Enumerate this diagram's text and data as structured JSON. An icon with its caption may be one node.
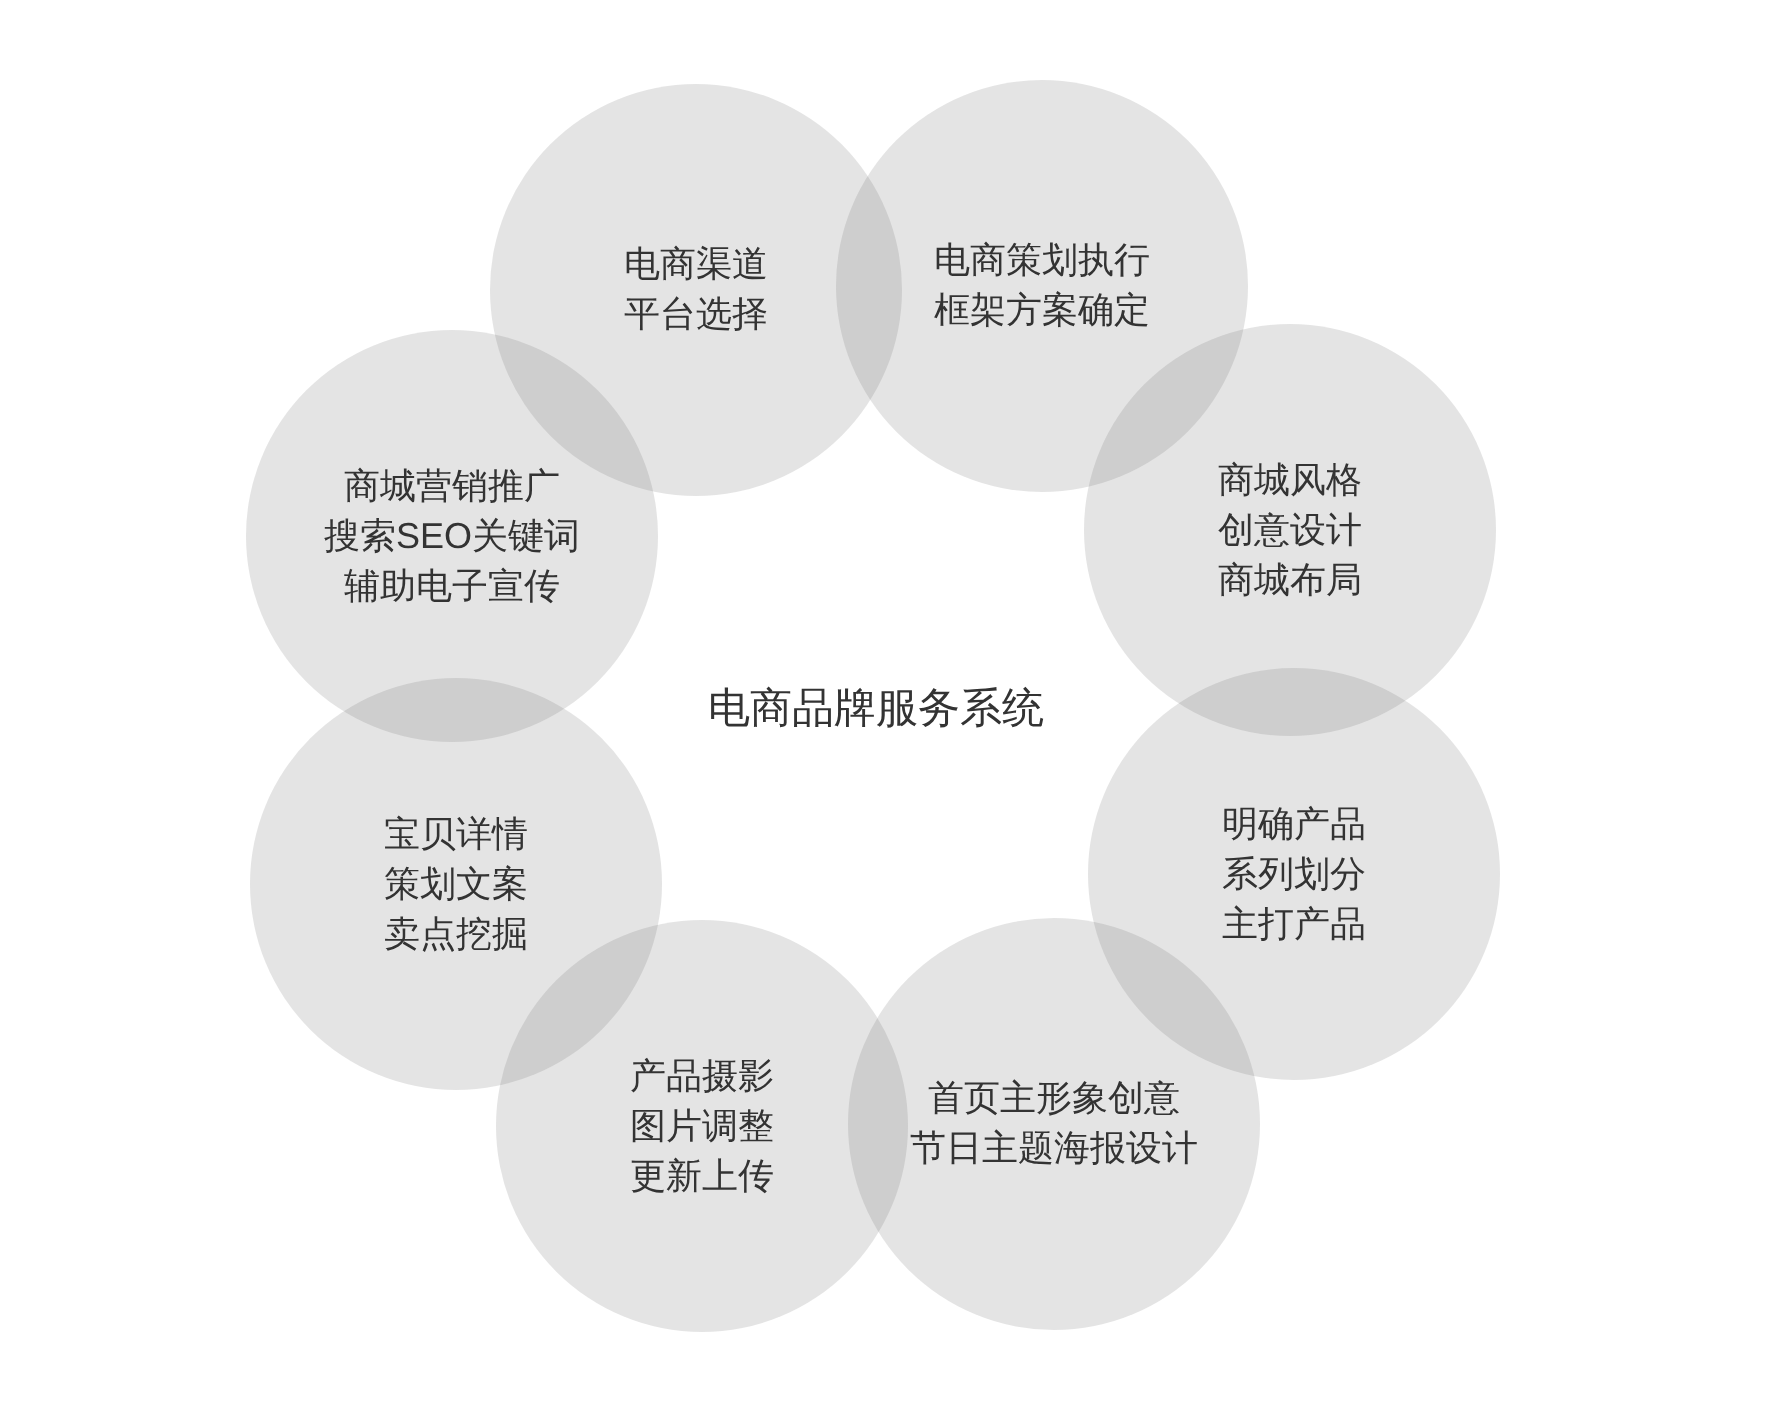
{
  "diagram": {
    "title": "电商品牌服务系统",
    "nodes": [
      {
        "text": [
          "电商渠道",
          "平台选择"
        ]
      },
      {
        "text": [
          "电商策划执行",
          "框架方案确定"
        ]
      },
      {
        "text": [
          "商城风格",
          "创意设计",
          "商城布局"
        ]
      },
      {
        "text": [
          "明确产品",
          "系列划分",
          "主打产品"
        ]
      },
      {
        "text": [
          "首页主形象创意",
          "节日主题海报设计"
        ]
      },
      {
        "text": [
          "产品摄影",
          "图片调整",
          "更新上传"
        ]
      },
      {
        "text": [
          "宝贝详情",
          "策划文案",
          "卖点挖掘"
        ]
      },
      {
        "text": [
          "商城营销推广",
          "搜索SEO关键词",
          "辅助电子宣传"
        ]
      }
    ]
  }
}
